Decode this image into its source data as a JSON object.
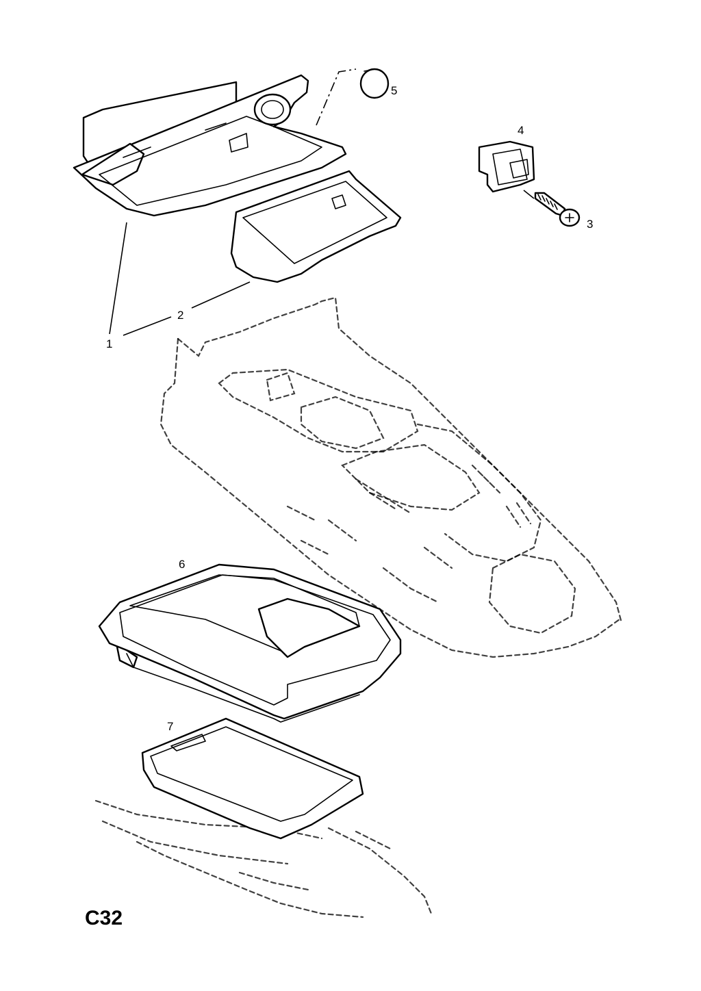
{
  "diagram": {
    "page_code": "C32",
    "callouts": {
      "c1": "1",
      "c2": "2",
      "c3": "3",
      "c4": "4",
      "c5": "5",
      "c6": "6",
      "c7": "7"
    }
  }
}
